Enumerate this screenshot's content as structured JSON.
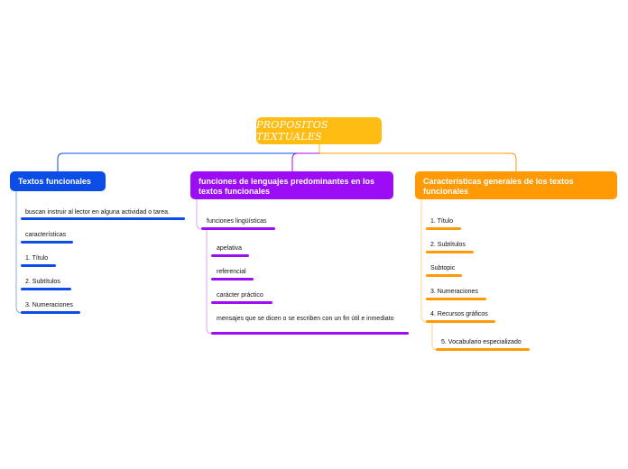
{
  "root": {
    "title": "PROPOSITOS TEXTUALES"
  },
  "branches": [
    {
      "title": "Textos funcionales",
      "color": "#0b4de6",
      "children": [
        "buscan instruir al lector en alguna actividad o tarea.",
        "características",
        "1. Título",
        "2. Subtítulos",
        "3. Numeraciones"
      ]
    },
    {
      "title": "funciones de lenguajes predominantes en los textos funcionales",
      "color": "#9c0df5",
      "children": [
        "funciones lingüísticas",
        "apelativa",
        "referencial",
        "carácter práctico",
        "mensajes que se dicen o se escriben con un fin útil e inmediato"
      ]
    },
    {
      "title": "Características generales de los textos funcionales",
      "color": "#ff9a05",
      "children": [
        "1. Título",
        "2. Subtítulos",
        "Subtopic",
        "3. Numeraciones",
        "4. Recursos gráficos",
        "5. Vocabulario especializado"
      ]
    }
  ]
}
